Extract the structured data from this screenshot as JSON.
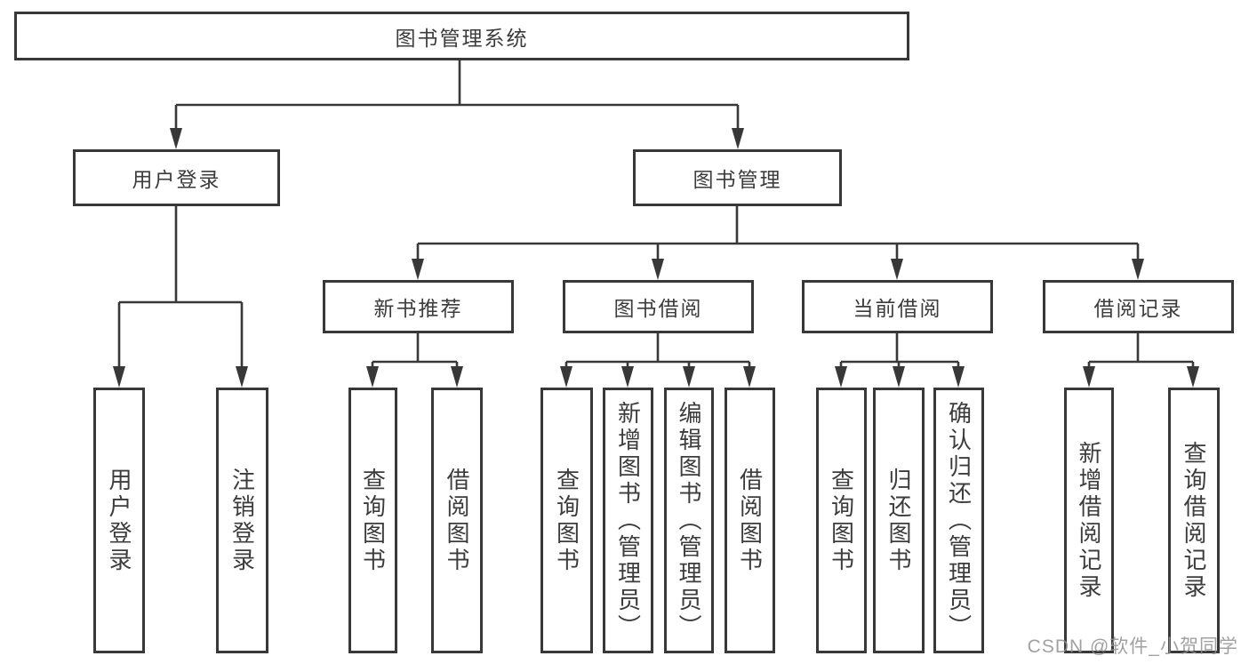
{
  "tree": {
    "root": "图书管理系统",
    "branches": [
      {
        "label": "用户登录",
        "children": [
          "用户登录",
          "注销登录"
        ]
      },
      {
        "label": "图书管理",
        "children": [
          {
            "label": "新书推荐",
            "children": [
              "查询图书",
              "借阅图书"
            ]
          },
          {
            "label": "图书借阅",
            "children": [
              "查询图书",
              "新增图书（管理员）",
              "编辑图书（管理员）",
              "借阅图书"
            ]
          },
          {
            "label": "当前借阅",
            "children": [
              "查询图书",
              "归还图书",
              "确认归还（管理员）"
            ]
          },
          {
            "label": "借阅记录",
            "children": [
              "新增借阅记录",
              "查询借阅记录"
            ]
          }
        ]
      }
    ]
  },
  "watermark": "CSDN @软件_小贺同学",
  "colors": {
    "line": "#383838",
    "text": "#3c3c3c",
    "watermark": "#919191",
    "background": "#ffffff"
  }
}
